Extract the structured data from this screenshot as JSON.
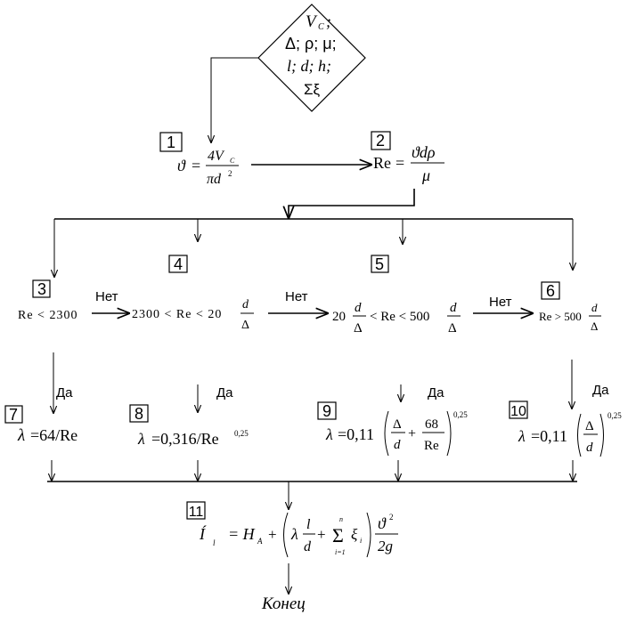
{
  "input_block": {
    "line1": "V",
    "line1_sub": "C",
    "line1_tail": ";",
    "line2": "Δ;  ρ; μ;",
    "line3": "l; d; h;",
    "line4": "Σξ"
  },
  "blocks": {
    "b1": "1",
    "b2": "2",
    "b3": "3",
    "b4": "4",
    "b5": "5",
    "b6": "6",
    "b7": "7",
    "b8": "8",
    "b9": "9",
    "b10": "10",
    "b11": "11"
  },
  "formulas": {
    "velocity": {
      "lhs": "ϑ",
      "eq": "=",
      "num": "4V",
      "num_sub": "C",
      "den": "πd",
      "den_sup": "2"
    },
    "reynolds": {
      "lhs": "Re",
      "eq": "=",
      "num": "ϑdρ",
      "den": "μ"
    },
    "cond3": "Re < 2300",
    "cond4": {
      "left": "2300 < Re < 20",
      "num": "d",
      "den": "Δ"
    },
    "cond5": {
      "left": "20",
      "num1": "d",
      "den1": "Δ",
      "mid": "< Re < 500",
      "num2": "d",
      "den2": "Δ"
    },
    "cond6": {
      "left": "Re > 500",
      "num": "d",
      "den": "Δ"
    },
    "f7": {
      "lhs": "λ",
      "rhs": "=64/Re"
    },
    "f8": {
      "lhs": "λ",
      "rhs": "=0,316/Re",
      "sup": "0,25"
    },
    "f9": {
      "lhs": "λ",
      "rhs": "=0,11",
      "num1": "Δ",
      "den1": "d",
      "plus": "+",
      "num2": "68",
      "den2": "Re",
      "sup": "0,25"
    },
    "f10": {
      "lhs": "λ",
      "rhs": "=0,11",
      "num": "Δ",
      "den": "d",
      "sup": "0,25"
    },
    "f11": {
      "lhs": "Í",
      "lhs_sub": "l",
      "eq": "= H",
      "eq_sub": "A",
      "plus": "+",
      "lam": "λ",
      "num_l": "l",
      "den_d": "d",
      "plus2": "+",
      "sum": "Σ",
      "sum_top": "n",
      "sum_bot": "i=1",
      "xi": "ξ",
      "xi_sub": "i",
      "num_v": "ϑ",
      "num_v_sup": "2",
      "den_g": "2g"
    }
  },
  "labels": {
    "no1": "Нет",
    "no2": "Нет",
    "no3": "Нет",
    "yes1": "Да",
    "yes2": "Да",
    "yes3": "Да",
    "yes4": "Да",
    "end": "Конец"
  }
}
